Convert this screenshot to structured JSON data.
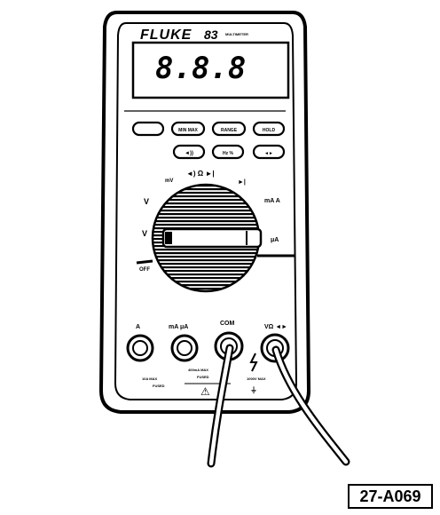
{
  "meter": {
    "brand": "FLUKE",
    "model": "83",
    "model_subtitle": "MULTIMETER",
    "display_reading": "8.8.8",
    "buttons_row1": [
      "",
      "MIN MAX",
      "RANGE",
      "HOLD"
    ],
    "buttons_row2": [
      "◄))",
      "Hz %",
      "◄►"
    ],
    "dial_labels": {
      "mv": "mV",
      "v_ac": "V",
      "v_dc": "V",
      "off": "OFF",
      "ma_a": "mA A",
      "ua": "μA"
    },
    "jacks": [
      {
        "label": "A"
      },
      {
        "label": "mA μA"
      },
      {
        "label": "COM"
      },
      {
        "label": "VΩ ◄►"
      }
    ],
    "fuse_notes": [
      "10A MAX",
      "FUSED",
      "400mA MAX",
      "FUSED",
      "1000V MAX"
    ],
    "warning_symbol": "⚠"
  },
  "figure_id": "27-A069"
}
